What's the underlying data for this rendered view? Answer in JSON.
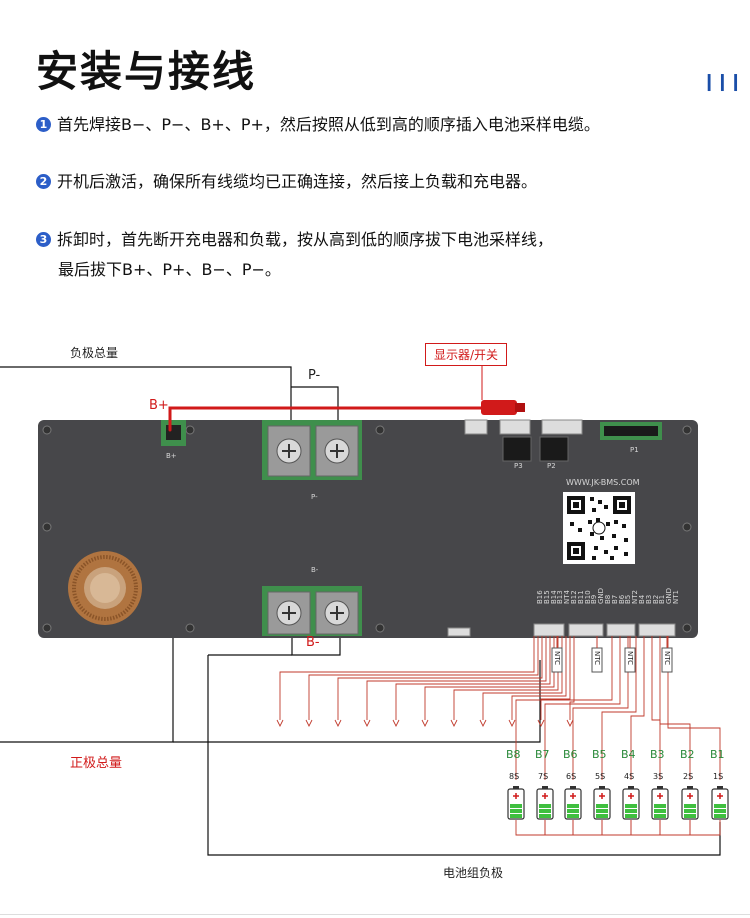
{
  "header": {
    "title": "安装与接线",
    "menu_icon": "menu-icon"
  },
  "steps": [
    {
      "num": "1",
      "lines": [
        "首先焊接B−、P−、B+、P+，然后按照从低到高的顺序插入电池采样电缆。"
      ]
    },
    {
      "num": "2",
      "lines": [
        "开机后激活，确保所有线缆均已正确连接，然后接上负载和充电器。"
      ]
    },
    {
      "num": "3",
      "lines": [
        "拆卸时，首先断开充电器和负载，按从高到低的顺序拔下电池采样线，",
        "最后拔下B+、P+、B−、P−。"
      ]
    }
  ],
  "diagram": {
    "neg_total": "负极总量",
    "pos_total": "正极总量",
    "p_minus": "P-",
    "b_plus": "B+",
    "b_minus": "B-",
    "display_switch": "显示器/开关",
    "battery_neg": "电池组负极",
    "board_url": "WWW.JK-BMS.COM",
    "board_p1": "P1",
    "board_p2": "P2",
    "board_p3": "P3",
    "board_p_minus": "P-",
    "board_b_minus": "B-",
    "board_b_plus": "B+",
    "ntc": "NTC",
    "connector_pins": [
      "B16",
      "B15",
      "B14",
      "B13",
      "NT4",
      "B12",
      "B11",
      "B10",
      "B9",
      "GND",
      "B8",
      "B7",
      "B6",
      "B5",
      "NT2",
      "B4",
      "B3",
      "B2",
      "B1",
      "GND",
      "NT1"
    ],
    "b_labels": [
      "B8",
      "B7",
      "B6",
      "B5",
      "B4",
      "B3",
      "B2",
      "B1"
    ],
    "s_labels": [
      "8S",
      "7S",
      "6S",
      "5S",
      "4S",
      "3S",
      "2S",
      "1S"
    ]
  },
  "colors": {
    "accent_blue": "#2c5ec8",
    "wire_red": "#d11a1a",
    "board": "#47474a",
    "pcb_green": "#3f8f4c",
    "battery_green": "#3fbf3f"
  }
}
